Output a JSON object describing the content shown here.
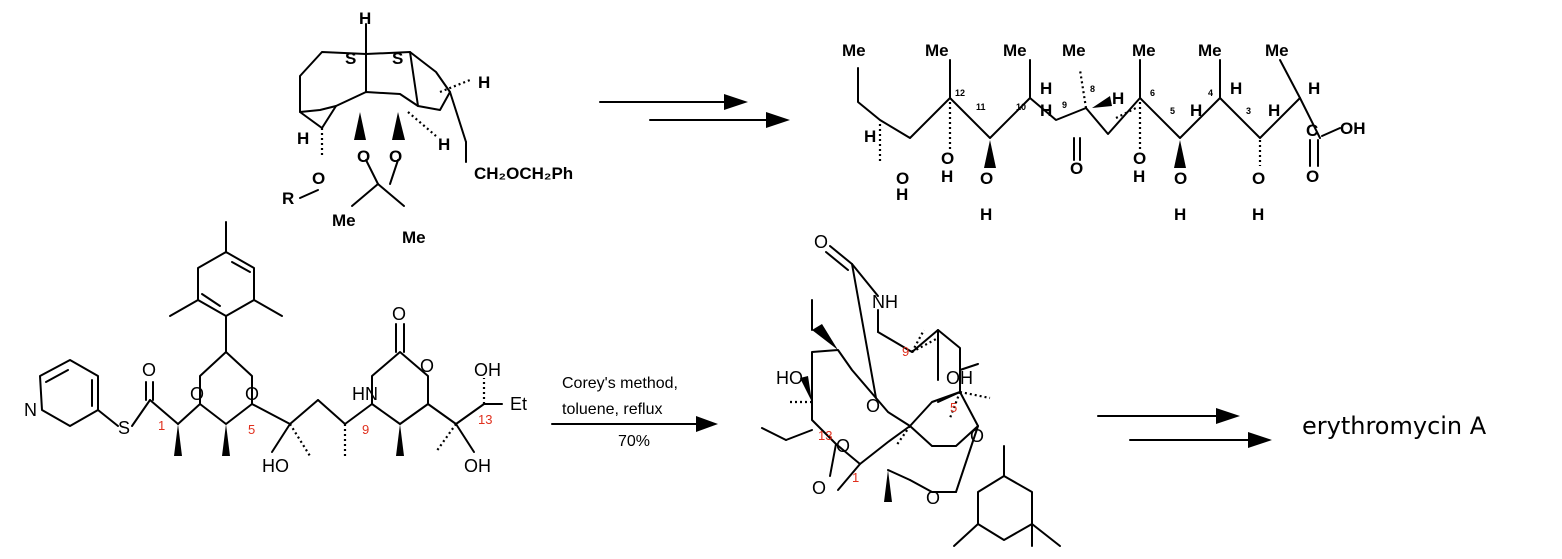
{
  "top_left": {
    "S1": "S",
    "S2": "S",
    "H_top": "H",
    "H_right": "H",
    "H_left": "H",
    "H_mid": "H",
    "O_R": "O",
    "R": "R",
    "O_a": "O",
    "O_b": "O",
    "Me1": "Me",
    "Me2": "Me",
    "side_chain": "CH₂OCH₂Ph"
  },
  "top_right": {
    "methyls": [
      "Me",
      "Me",
      "Me",
      "Me",
      "Me",
      "Me",
      "Me"
    ],
    "carbons": [
      "12",
      "11",
      "10",
      "9",
      "8",
      "6",
      "5",
      "4",
      "3"
    ],
    "H_labels": [
      "H",
      "H",
      "H",
      "H",
      "H",
      "H",
      "H",
      "H",
      "H",
      "H",
      "H",
      "H",
      "H",
      "H"
    ],
    "O_labels": [
      "O",
      "O",
      "O",
      "O",
      "O",
      "O",
      "O"
    ],
    "OH": "OH",
    "C": "C"
  },
  "bottom_left": {
    "N": "N",
    "S": "S",
    "O": "O",
    "O_diox1": "O",
    "O_diox2": "O",
    "HN": "HN",
    "O_carb1": "O",
    "O_carb2": "O",
    "OH_top": "OH",
    "HO_bottom": "HO",
    "OH_bottom": "OH",
    "Et": "Et",
    "numbers": [
      "1",
      "5",
      "9",
      "13"
    ]
  },
  "reaction": {
    "conditions_line1": "Corey's method,",
    "conditions_line2": "toluene, reflux",
    "yield": "70%"
  },
  "bottom_right": {
    "O_top": "O",
    "NH": "NH",
    "HO": "HO",
    "OH": "OH",
    "O_ring1": "O",
    "O_ester1": "O",
    "O_ester2": "O",
    "O_diox1": "O",
    "O_diox2": "O",
    "numbers": [
      "9",
      "13",
      "5",
      "1"
    ]
  },
  "product_label": "erythromycin A"
}
